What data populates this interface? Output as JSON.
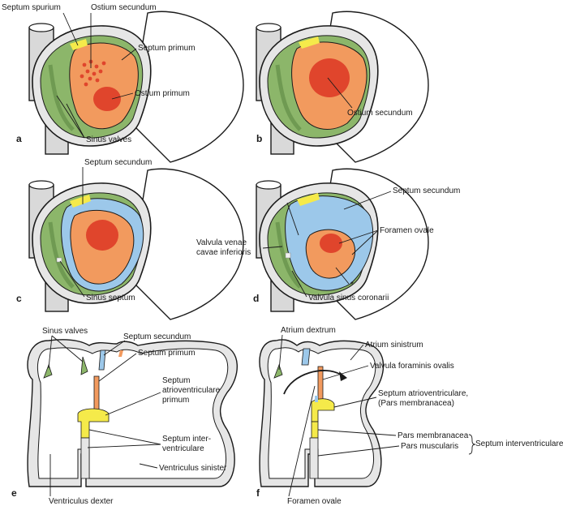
{
  "colors": {
    "green": "#8cb66a",
    "green_dark": "#6f9a52",
    "orange": "#f29a5e",
    "red": "#e0452c",
    "blue": "#9cc8ea",
    "yellow": "#f5ea4a",
    "grey": "#e6e6e6",
    "vessel": "#d9d9d9"
  },
  "panels": {
    "a": {
      "letter": "a",
      "septum_spurium": "Septum spurium",
      "ostium_secundum": "Ostium secundum",
      "septum_primum": "Septum primum",
      "ostium_primum": "Ostium primum",
      "sinus_valves": "Sinus valves"
    },
    "b": {
      "letter": "b",
      "ostium_secundum": "Ostium secundum"
    },
    "c": {
      "letter": "c",
      "septum_secundum": "Septum secundum",
      "sinus_septum": "Sinus septum"
    },
    "d": {
      "letter": "d",
      "septum_secundum": "Septum secundum",
      "foramen_ovale": "Foramen ovale",
      "valvula_venae_1": "Valvula venae",
      "valvula_venae_2": "cavae inferioris",
      "asterisk": "*",
      "valvula_sinus": "Valvula sinus coronarii"
    },
    "e": {
      "letter": "e",
      "sinus_valves": "Sinus valves",
      "septum_secundum": "Septum secundum",
      "septum_primum": "Septum primum",
      "septum_av_1": "Septum",
      "septum_av_2": "atrioventriculare",
      "septum_av_3": "primum",
      "septum_iv_1": "Septum inter-",
      "septum_iv_2": "ventriculare",
      "ventriculus_sinister": "Ventriculus sinister",
      "ventriculus_dexter": "Ventriculus dexter"
    },
    "f": {
      "letter": "f",
      "atrium_dextrum": "Atrium dextrum",
      "atrium_sinistrum": "Atrium sinistrum",
      "valvula_foraminis": "Valvula foraminis ovalis",
      "septum_av_1": "Septum atrioventriculare,",
      "septum_av_2": "(Pars membranacea)",
      "pars_membranacea": "Pars membranacea",
      "pars_muscularis": "Pars muscularis",
      "septum_interventriculare": "Septum interventriculare",
      "foramen_ovale": "Foramen ovale"
    }
  }
}
